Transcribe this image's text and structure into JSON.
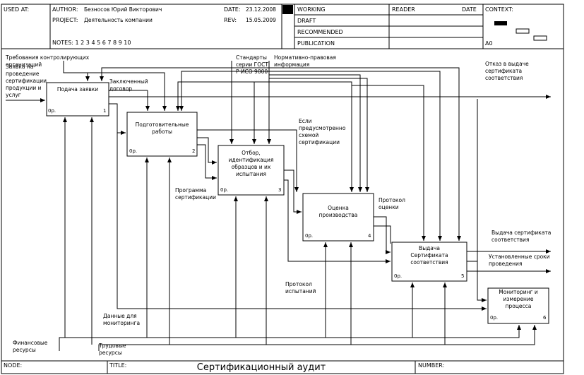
{
  "header": {
    "used_at_label": "USED AT:",
    "author_label": "AUTHOR:",
    "author": "Безносов Юрий Викторович",
    "project_label": "PROJECT:",
    "project": "Деятельность компании",
    "date_label": "DATE:",
    "date": "23.12.2008",
    "rev_label": "REV:",
    "rev": "15.05.2009",
    "notes": "NOTES: 1 2 3 4 5 6 7 8 9 10",
    "status": [
      "WORKING",
      "DRAFT",
      "RECOMMENDED",
      "PUBLICATION"
    ],
    "reader_label": "READER",
    "date2_label": "DATE",
    "context_label": "CONTEXT:",
    "context_node": "A0"
  },
  "footer": {
    "node_label": "NODE:",
    "title_label": "TITLE:",
    "title": "Сертификационный аудит",
    "number_label": "NUMBER:"
  },
  "boxes": [
    {
      "label": "Подача заявки",
      "cost": "0р.",
      "num": "1"
    },
    {
      "label": "Подготовительные работы",
      "cost": "0р.",
      "num": "2"
    },
    {
      "label": "Отбор, идентификация образцов и их испытания",
      "cost": "0р.",
      "num": "3"
    },
    {
      "label": "Оценка производства",
      "cost": "0р.",
      "num": "4"
    },
    {
      "label": "Выдача Сертификата соответствия",
      "cost": "0р.",
      "num": "5"
    },
    {
      "label": "Мониторинг и измерение процесса",
      "cost": "0р.",
      "num": "6"
    }
  ],
  "arrows": {
    "req_control": "Требования контролирующих организаций",
    "application": "Заявка на проведение сертификации продукции и услуг",
    "contract": "Заключенный договор",
    "standards": "Стандарты серии ГОСТ Р ИСО 9000",
    "normative": "Нормативно-правовая информация",
    "refusal": "Отказ в выдаче сертификата соответствия",
    "if_scheme": "Если предусмотренно схемой сертификации",
    "program": "Программа сертификации",
    "eval_protocol": "Протокол оценки",
    "cert_issued": "Выдача сертификата соответствия",
    "deadlines": "Установленные сроки проведения",
    "test_protocol": "Протокол испытаний",
    "monitoring_data": "Данные для мониторинга",
    "finance": "Финансовые ресурсы",
    "labor": "Трудовые ресурсы"
  }
}
